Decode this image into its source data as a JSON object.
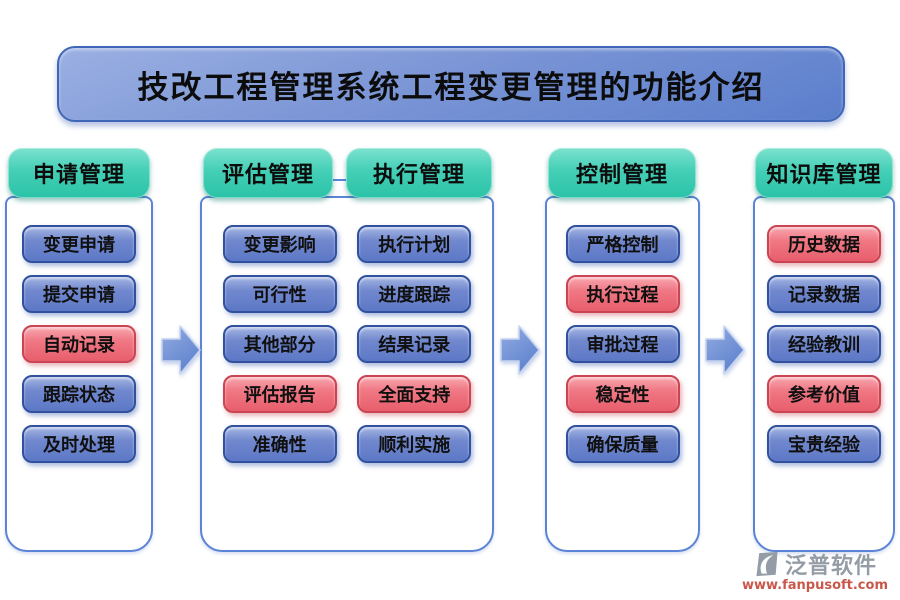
{
  "title": "技改工程管理系统工程变更管理的功能介绍",
  "groups": [
    {
      "columns": [
        {
          "header": "申请管理",
          "items": [
            {
              "label": "变更申请",
              "variant": "blue"
            },
            {
              "label": "提交申请",
              "variant": "blue"
            },
            {
              "label": "自动记录",
              "variant": "red"
            },
            {
              "label": "跟踪状态",
              "variant": "blue"
            },
            {
              "label": "及时处理",
              "variant": "blue"
            }
          ]
        }
      ]
    },
    {
      "columns": [
        {
          "header": "评估管理",
          "items": [
            {
              "label": "变更影响",
              "variant": "blue"
            },
            {
              "label": "可行性",
              "variant": "blue"
            },
            {
              "label": "其他部分",
              "variant": "blue"
            },
            {
              "label": "评估报告",
              "variant": "red"
            },
            {
              "label": "准确性",
              "variant": "blue"
            }
          ]
        },
        {
          "header": "执行管理",
          "items": [
            {
              "label": "执行计划",
              "variant": "blue"
            },
            {
              "label": "进度跟踪",
              "variant": "blue"
            },
            {
              "label": "结果记录",
              "variant": "blue"
            },
            {
              "label": "全面支持",
              "variant": "red"
            },
            {
              "label": "顺利实施",
              "variant": "blue"
            }
          ]
        }
      ]
    },
    {
      "columns": [
        {
          "header": "控制管理",
          "items": [
            {
              "label": "严格控制",
              "variant": "blue"
            },
            {
              "label": "执行过程",
              "variant": "red"
            },
            {
              "label": "审批过程",
              "variant": "blue"
            },
            {
              "label": "稳定性",
              "variant": "red"
            },
            {
              "label": "确保质量",
              "variant": "blue"
            }
          ]
        }
      ]
    },
    {
      "columns": [
        {
          "header": "知识库管理",
          "items": [
            {
              "label": "历史数据",
              "variant": "red"
            },
            {
              "label": "记录数据",
              "variant": "blue"
            },
            {
              "label": "经验教训",
              "variant": "blue"
            },
            {
              "label": "参考价值",
              "variant": "red"
            },
            {
              "label": "宝贵经验",
              "variant": "blue"
            }
          ]
        }
      ]
    }
  ],
  "footer": {
    "brand": "泛普软件",
    "url": "www.fanpusoft.com"
  },
  "colors": {
    "title_gradient_top": "#9BB0E2",
    "title_gradient_bottom": "#5B7ECC",
    "title_border": "#4066B7",
    "header_teal_top": "#7CE2CF",
    "header_teal_bottom": "#2BC3A8",
    "pill_blue_top": "#A3B4E2",
    "pill_blue_bottom": "#5C78C6",
    "pill_blue_border": "#31519F",
    "pill_red_top": "#F8A6AE",
    "pill_red_bottom": "#E85E6C",
    "pill_red_border": "#C94553",
    "panel_border": "#5B83D6",
    "arrow_fill": "#6C8FD6",
    "brand_gray": "#949CA6",
    "url_red": "#C9584A"
  }
}
